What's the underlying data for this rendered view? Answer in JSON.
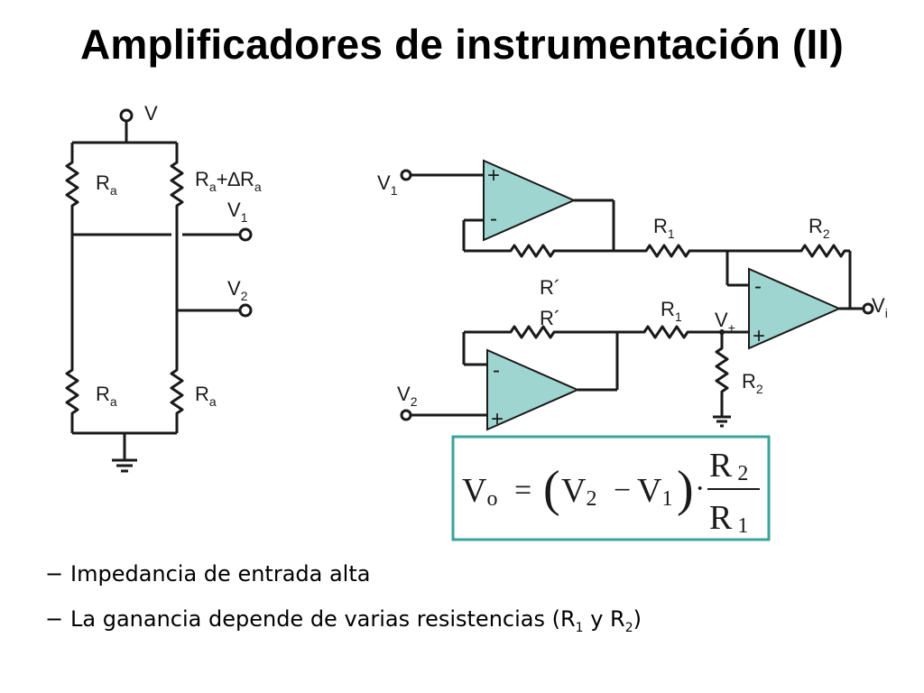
{
  "slide": {
    "title": "Amplificadores de instrumentación (II)"
  },
  "bridge": {
    "supply_label": "V",
    "r_left_top": {
      "main": "R",
      "sub": "a"
    },
    "r_right_top": {
      "main": "R",
      "sub": "a",
      "suffix": "+∆R",
      "suffix_sub": "a"
    },
    "r_left_bottom": {
      "main": "R",
      "sub": "a"
    },
    "r_right_bottom": {
      "main": "R",
      "sub": "a"
    },
    "out1": {
      "main": "V",
      "sub": "1"
    },
    "out2": {
      "main": "V",
      "sub": "2"
    }
  },
  "amp": {
    "in1": {
      "main": "V",
      "sub": "1"
    },
    "in2": {
      "main": "V",
      "sub": "2"
    },
    "r1_top": {
      "main": "R",
      "sub": "1"
    },
    "r2_top": {
      "main": "R",
      "sub": "2"
    },
    "r1_bottom": {
      "main": "R",
      "sub": "1"
    },
    "r2_bottom": {
      "main": "R",
      "sub": "2"
    },
    "r_prime_top": "R´",
    "r_prime_bottom": "R´",
    "vplus": {
      "main": "V",
      "sub": "+"
    },
    "out": {
      "main": "V",
      "sub": "i"
    },
    "plus_sign": "+",
    "minus_sign": "-"
  },
  "formula": {
    "lhs_main": "V",
    "lhs_sub": "o",
    "equals": "=",
    "paren_open": "(",
    "paren_close": ")",
    "v2_main": "V",
    "v2_sub": "2",
    "minus": "−",
    "v1_main": "V",
    "v1_sub": "1",
    "dot": "·",
    "num_main": "R",
    "num_sub": "2",
    "den_main": "R",
    "den_sub": "1",
    "border_color": "#3aa39a"
  },
  "bullets": [
    {
      "dash": "−",
      "text": "Impedancia de entrada alta"
    },
    {
      "dash": "−",
      "text": "La ganancia depende de varias resistencias (R",
      "sub1": "1",
      "mid": " y R",
      "sub2": "2",
      "end": ")"
    }
  ],
  "colors": {
    "opamp_fill": "#9fd5d1",
    "wire": "#1a1a1a"
  }
}
